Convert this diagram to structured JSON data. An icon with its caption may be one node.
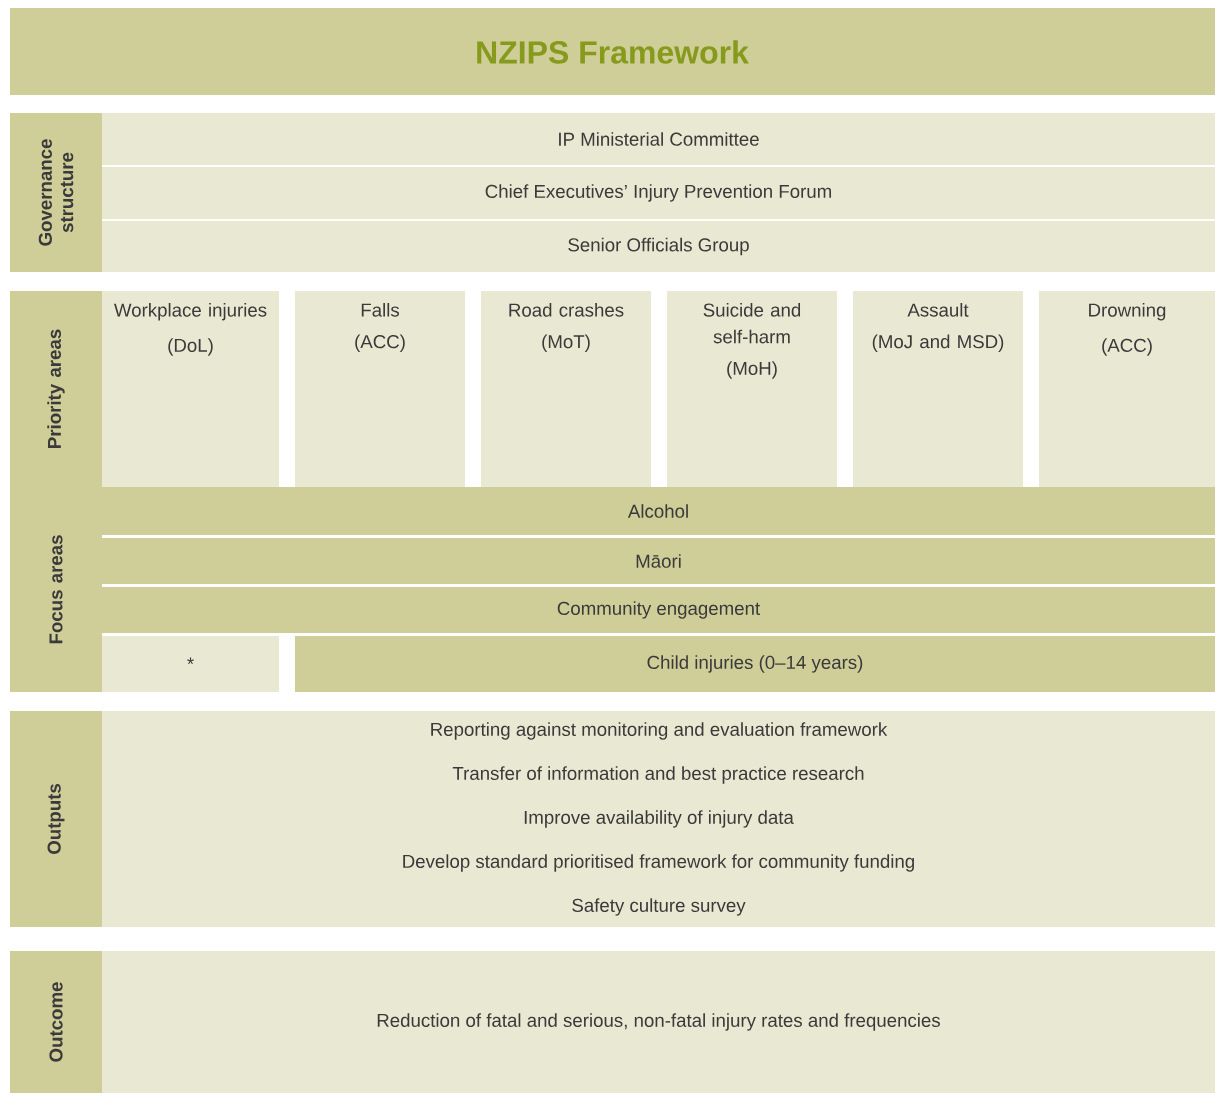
{
  "diagram": {
    "title": "NZIPS Framework",
    "nodes": [
      {
        "text": [
          "Governance structure"
        ]
      },
      {
        "text": [
          "IP Ministerial Committee"
        ]
      },
      {
        "text": [
          "Chief Executives’ Injury Prevention Forum"
        ]
      },
      {
        "text": [
          "Senior Officials Group"
        ]
      },
      {
        "text": [
          "Priority areas"
        ]
      },
      {
        "text": [
          "Workplace injuries",
          "(DoL)"
        ]
      },
      {
        "text": [
          "Falls",
          "(ACC)"
        ]
      },
      {
        "text": [
          "Road crashes",
          "(MoT)"
        ]
      },
      {
        "text": [
          "Suicide and self-harm",
          "(MoH)"
        ]
      },
      {
        "text": [
          "Assault",
          "(MoJ and MSD)"
        ]
      },
      {
        "text": [
          "Drowning",
          "(ACC)"
        ]
      },
      {
        "text": [
          "Focus areas"
        ]
      },
      {
        "text": [
          "Alcohol"
        ]
      },
      {
        "text": [
          "Māori"
        ]
      },
      {
        "text": [
          "Community engagement"
        ]
      },
      {
        "text": [
          "*"
        ]
      },
      {
        "text": [
          "Child injuries (0–14 years)"
        ]
      },
      {
        "text": [
          "Outputs"
        ]
      },
      {
        "text": [
          "Reporting against monitoring and evaluation framework",
          "Transfer of information and best practice research",
          "Improve availability of injury data",
          "Develop standard prioritised framework for community funding",
          "Safety culture survey"
        ]
      },
      {
        "text": [
          "Outcome"
        ]
      },
      {
        "text": [
          "Reduction of fatal and serious, non-fatal injury rates and frequencies"
        ]
      }
    ]
  }
}
